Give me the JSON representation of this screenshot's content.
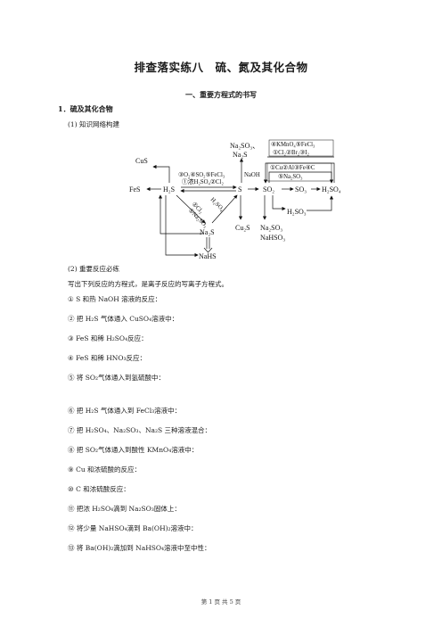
{
  "title": "排查落实练八　硫、氮及其化合物",
  "section": "一、重要方程式的书写",
  "heading1": "1．硫及其化合物",
  "sub1": "(1)  知识网络构建",
  "diagram": {
    "nodes": {
      "FeS": "FeS",
      "H2S": "H₂S",
      "S": "S",
      "SO2": "SO₂",
      "SO3": "SO₃",
      "H2SO4": "H₂SO₄",
      "CuS": "CuS",
      "Na2S": "Na₂S",
      "NaHS": "NaHS",
      "Cu2S": "Cu₂S",
      "H2SO3": "H₂SO₃",
      "Na2SO3_NaHSO3_1": "Na₂SO₃",
      "Na2SO3_NaHSO3_2": "NaHSO₃",
      "top_Na2SO3": "Na₂SO₃、",
      "top_Na2S": "Na₂S"
    },
    "labels": {
      "oxidants_1": "③O₂④SO₂⑤FeCl₃",
      "oxidants_2": "①浓H₂SO₄②Cl₂",
      "naoh": "NaOH",
      "top_right_1": "④KMnO₄⑤FeCl₃",
      "top_right_2": "①Cl₂②Br₂③I₂",
      "mid_right_1": "①Cu②Al③Fe④C",
      "mid_right_2": "⑤Na₂SO₃",
      "diag_1": "②Cl₂",
      "diag_2": "①Na₂SO₃",
      "diag_3": "H₂SO₄"
    }
  },
  "sub2": "(2)  重要反应必练",
  "intro": "写出下列反应的方程式，是离子反应的写离子方程式。",
  "questions": [
    "① S 和热 NaOH 溶液的反应：",
    "②  把 H₂S 气体通入 CuSO₄溶液中：",
    "③ FeS 和稀 H₂SO₄反应：",
    "④ FeS 和稀 HNO₃反应：",
    "⑤  将 SO₂气体通入到氢硫酸中：",
    "⑥  把 H₂S 气体通入到 FeCl₃溶液中：",
    "⑦  把 H₂SO₄、Na₂SO₃、Na₂S 三种溶液混合：",
    "⑧  把 SO₂气体通入到酸性 KMnO₄溶液中：",
    "⑨ Cu 和浓硫酸的反应：",
    "⑩ C 和浓硫酸反应：",
    "⑪  把浓 H₂SO₄滴到 Na₂SO₃固体上：",
    "⑫  将少量 NaHSO₄滴到 Ba(OH)₂溶液中：",
    "⑬  将 Ba(OH)₂滴加到 NaHSO₄溶液中至中性："
  ],
  "footer": "第  1  页  共  5  页"
}
